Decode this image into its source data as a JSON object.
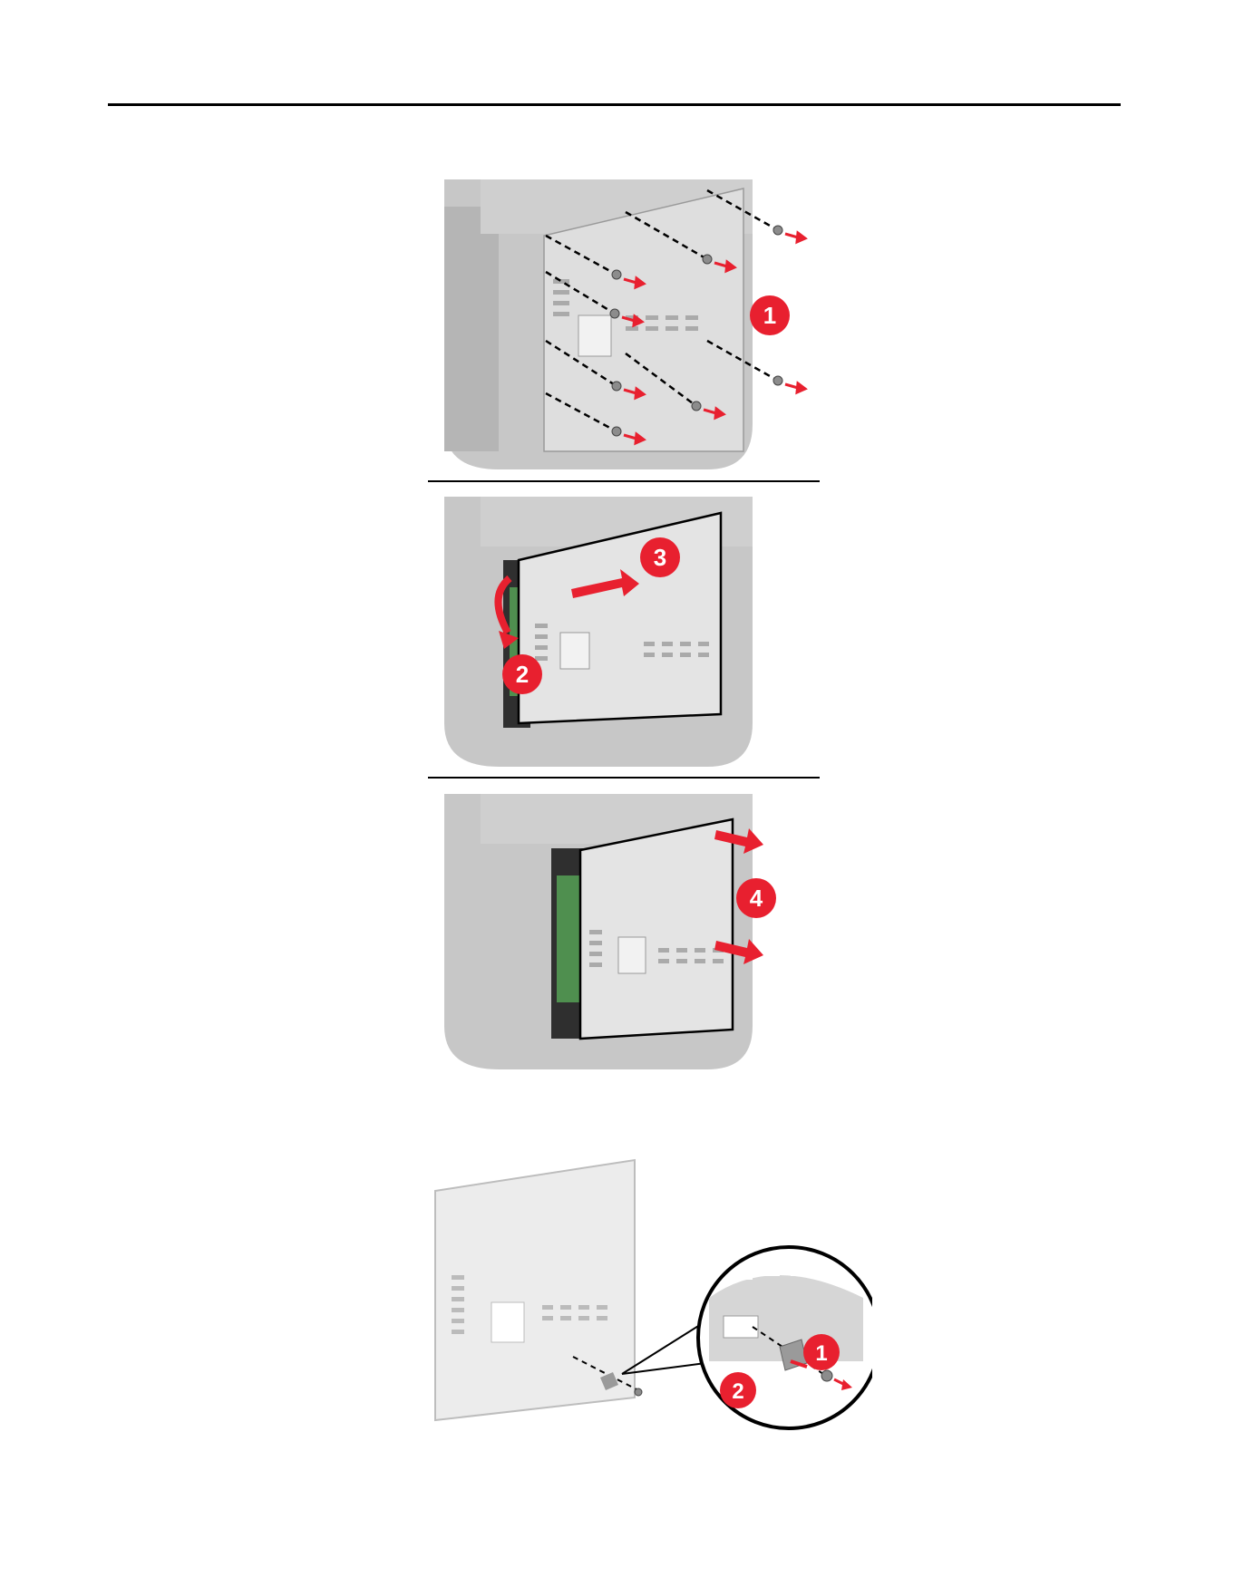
{
  "colors": {
    "accent": "#e8202f",
    "printer_body": "#bfbfbf",
    "panel": "#e2e2e2",
    "board": "#4f8f4f"
  },
  "figure_1": {
    "steps": [
      {
        "n": "1",
        "label": "1"
      },
      {
        "n": "2",
        "label": "2"
      },
      {
        "n": "3",
        "label": "3"
      },
      {
        "n": "4",
        "label": "4"
      }
    ]
  },
  "figure_2": {
    "steps": [
      {
        "n": "1",
        "label": "1"
      },
      {
        "n": "2",
        "label": "2"
      }
    ]
  },
  "icons": [
    "screw-icon",
    "arrow-right-icon",
    "curved-arrow-icon",
    "bracket-icon"
  ]
}
